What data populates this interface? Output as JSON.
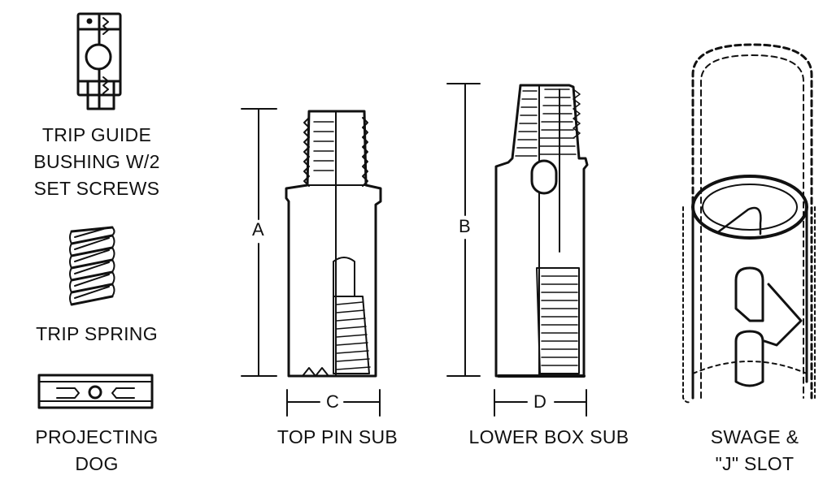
{
  "parts": {
    "trip_guide": {
      "lines": [
        "TRIP GUIDE",
        "BUSHING W/2",
        "SET SCREWS"
      ]
    },
    "trip_spring": {
      "lines": [
        "TRIP SPRING"
      ]
    },
    "projecting_dog": {
      "lines": [
        "PROJECTING",
        "DOG"
      ]
    },
    "top_pin_sub": {
      "lines": [
        "TOP PIN SUB"
      ],
      "length_label": "A",
      "width_label": "C"
    },
    "lower_box_sub": {
      "lines": [
        "LOWER BOX SUB"
      ],
      "length_label": "B",
      "width_label": "D"
    },
    "swage": {
      "lines": [
        "SWAGE &",
        "\"J\" SLOT"
      ]
    }
  }
}
